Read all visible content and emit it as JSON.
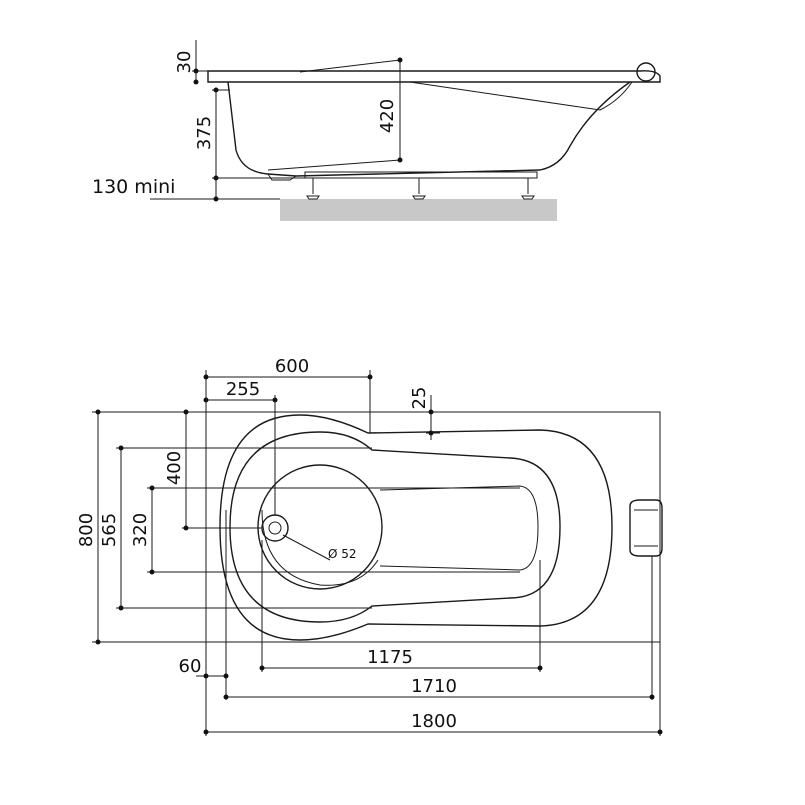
{
  "side_view": {
    "rim_thickness": "30",
    "inner_depth": "420",
    "tub_height": "375",
    "leg_clearance": "130 mini"
  },
  "top_view": {
    "seat_length": "600",
    "drain_offset": "255",
    "rim_offset": "25",
    "width_overall": "800",
    "width_outer_basin": "565",
    "width_inner_basin": "320",
    "front_basin_width": "400",
    "drain_diameter": "Ø 52",
    "left_offset": "60",
    "drain_to_end": "1175",
    "inner_length": "1710",
    "overall_length": "1800"
  },
  "colors": {
    "line": "#1a1a1a",
    "floor": "#c8c8c8",
    "frame": "#d0d0d0"
  }
}
